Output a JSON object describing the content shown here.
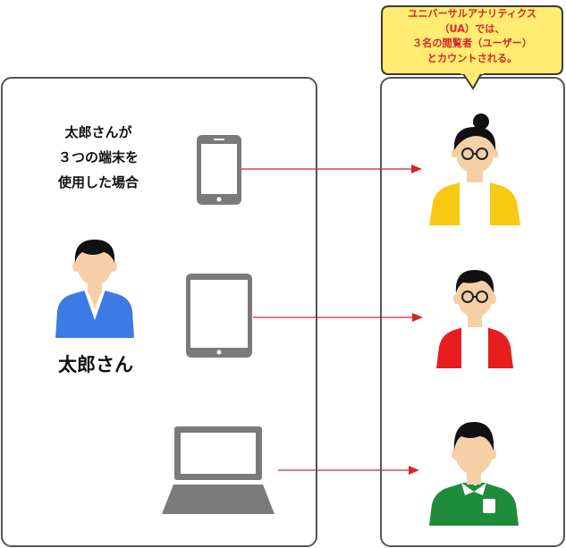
{
  "caption": {
    "line1": "太郎さんが",
    "line2": "３つの端末を",
    "line3": "使用した場合"
  },
  "person_name": "太郎さん",
  "bubble": {
    "line1": "ユニバーサルアナリティクス",
    "line2": "（UA）では、",
    "line3": "３名の閲覧者（ユーザー）",
    "line4": "とカウントされる。"
  },
  "devices": [
    "smartphone-icon",
    "tablet-icon",
    "laptop-icon"
  ],
  "users": [
    "woman-with-glasses-icon",
    "man-with-glasses-icon",
    "man-in-green-shirt-icon"
  ],
  "colors": {
    "bubble_fill": "#ffec70",
    "bubble_border": "#3a3a3a",
    "bubble_text": "#d8262b",
    "arrow": "#d0262c",
    "device": "#7a7a7a",
    "taro_shirt": "#3d7be4",
    "user1_shirt": "#f7c910",
    "user2_shirt": "#e61e1e",
    "user3_shirt": "#1f8c3a"
  }
}
